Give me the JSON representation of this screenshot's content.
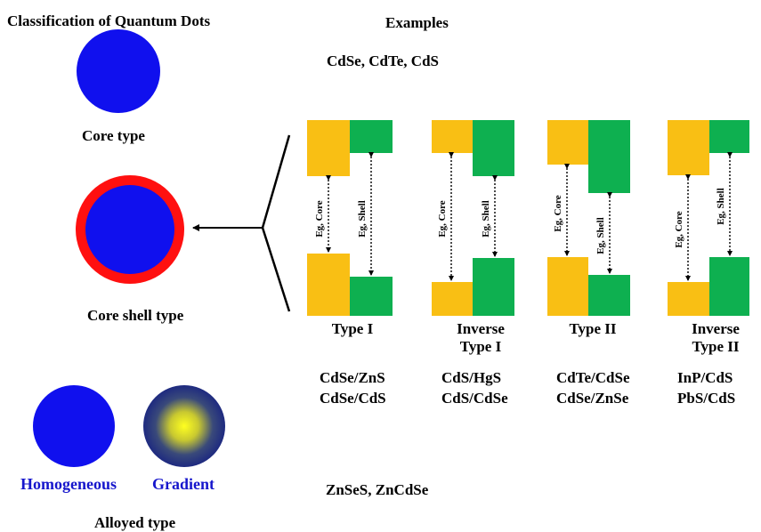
{
  "title": "Classification of Quantum Dots",
  "examples_heading": "Examples",
  "core_type": {
    "label": "Core type",
    "examples": "CdSe, CdTe, CdS"
  },
  "core_shell_type": {
    "label": "Core shell type"
  },
  "alloyed_type": {
    "label": "Alloyed type",
    "homogeneous_label": "Homogeneous",
    "gradient_label": "Gradient",
    "examples": "ZnSeS, ZnCdSe"
  },
  "band_gap_labels": {
    "core": "Eg, Core",
    "shell": "Eg, Shell"
  },
  "alignments": [
    {
      "line1": "Type I",
      "line2": "",
      "examples": [
        "CdSe/ZnS",
        "CdSe/CdS"
      ]
    },
    {
      "line1": "Inverse",
      "line2": "Type I",
      "examples": [
        "CdS/HgS",
        "CdS/CdSe"
      ]
    },
    {
      "line1": "Type II",
      "line2": "",
      "examples": [
        "CdTe/CdSe",
        "CdSe/ZnSe"
      ]
    },
    {
      "line1": "Inverse",
      "line2": "Type II",
      "examples": [
        "InP/CdS",
        "PbS/CdS"
      ]
    }
  ],
  "colors": {
    "core_blue": "#1010ee",
    "shell_red": "#ff1010",
    "core_band_yellow": "#f9bf14",
    "shell_band_green": "#0eb050",
    "label_blue": "#1616cc",
    "gradient_center": "#ffff20",
    "gradient_edge": "#1e2a80"
  }
}
